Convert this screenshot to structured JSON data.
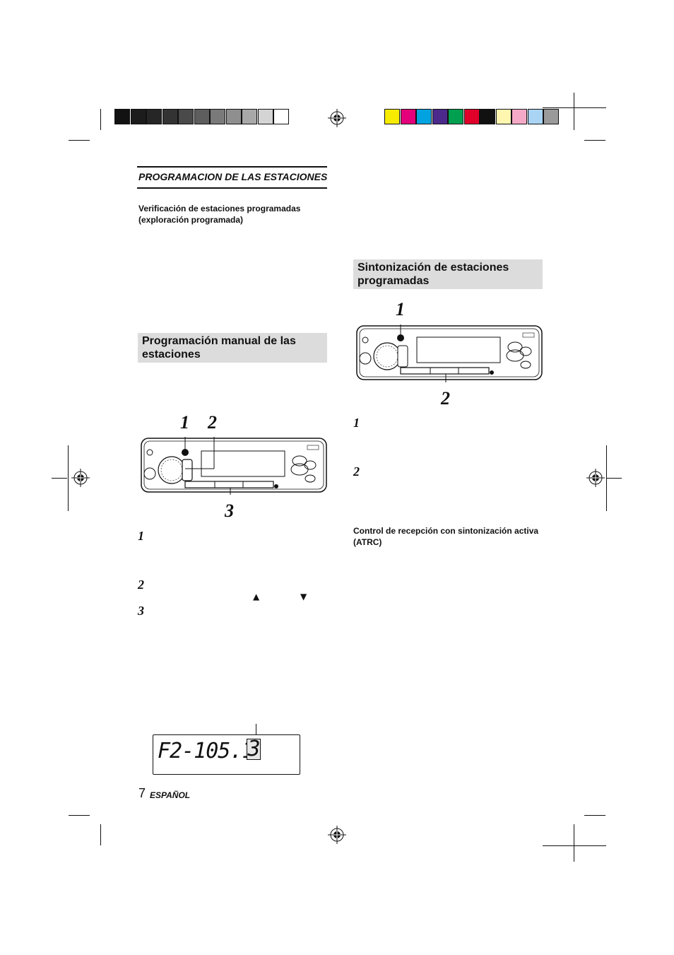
{
  "gray_swatches": [
    "#121212",
    "#1c1c1c",
    "#262626",
    "#333333",
    "#4a4a4a",
    "#5e5e5e",
    "#7a7a7a",
    "#8f8f8f",
    "#a8a8a8",
    "#d4d4d4",
    "#ffffff"
  ],
  "color_swatches": [
    "#f7ec00",
    "#e3007a",
    "#00a3e0",
    "#4b2a8c",
    "#00a050",
    "#e0002a",
    "#111111",
    "#fff6b0",
    "#f4a9c6",
    "#a9d4f4",
    "#9a9a9a"
  ],
  "left": {
    "header": "PROGRAMACION DE LAS ESTACIONES",
    "check_heading_line1": "Verificación de estaciones programadas",
    "check_heading_line2": "(exploración programada)",
    "manual_box_line1": "Programación manual de las",
    "manual_box_line2": "estaciones",
    "callouts": [
      "1",
      "2",
      "3"
    ],
    "steps": [
      "1",
      "2",
      "3"
    ],
    "arrow_up": "▲",
    "arrow_down": "▼",
    "lcd_text": "F2-105.1",
    "lcd_preset": "3"
  },
  "right": {
    "tuning_box_line1": "Sintonización de estaciones",
    "tuning_box_line2": "programadas",
    "callouts": [
      "1",
      "2"
    ],
    "steps": [
      "1",
      "2"
    ],
    "atrc_line1": "Control de recepción con sintonización activa",
    "atrc_line2": "(ATRC)"
  },
  "footer": {
    "page_number": "7",
    "language": "ESPAÑOL"
  }
}
